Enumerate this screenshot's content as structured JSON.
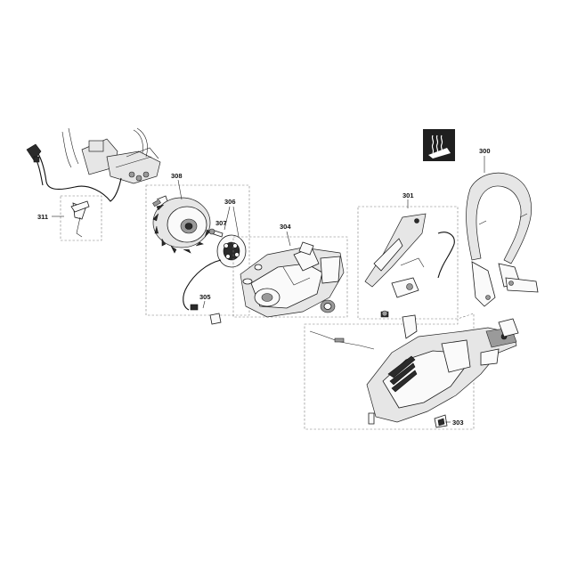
{
  "diagram": {
    "callouts": [
      {
        "id": "c300",
        "text": "300"
      },
      {
        "id": "c301",
        "text": "301"
      },
      {
        "id": "c303",
        "text": "303"
      },
      {
        "id": "c304",
        "text": "304"
      },
      {
        "id": "c305",
        "text": "305"
      },
      {
        "id": "c306",
        "text": "306"
      },
      {
        "id": "c307",
        "text": "307"
      },
      {
        "id": "c308",
        "text": "308"
      },
      {
        "id": "c311",
        "text": "311"
      }
    ],
    "badge_icon": "heated-handle-icon",
    "colors": {
      "line": "#1a1a1a",
      "dash": "#7a7a7a",
      "badge": "#1f1f1f"
    }
  }
}
